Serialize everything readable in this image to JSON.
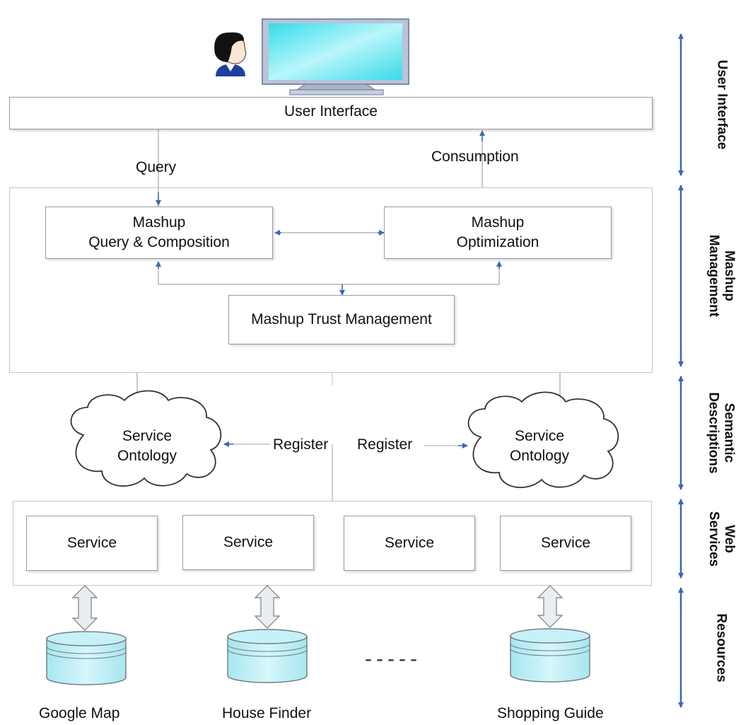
{
  "top": {
    "user_interface": "User Interface"
  },
  "flows": {
    "query": "Query",
    "consumption": "Consumption"
  },
  "mashup": {
    "query_composition": [
      "Mashup",
      "Query & Composition"
    ],
    "optimization": [
      "Mashup",
      "Optimization"
    ],
    "trust": "Mashup Trust Management"
  },
  "semantic": {
    "left_cloud": [
      "Service",
      "Ontology"
    ],
    "right_cloud": [
      "Service",
      "Ontology"
    ],
    "register_left": "Register",
    "register_right": "Register"
  },
  "services": [
    "Service",
    "Service",
    "Service",
    "Service"
  ],
  "resources": [
    "Google Map",
    "House Finder",
    "Shopping Guide"
  ],
  "ellipsis": "-----",
  "layers": {
    "user_interface": [
      "User Interface"
    ],
    "mashup_management": [
      "Mashup",
      "Management"
    ],
    "semantic_descriptions": [
      "Semantic",
      "Descriptions"
    ],
    "web_services": [
      "Web",
      "Services"
    ],
    "resources": [
      "Resources"
    ]
  },
  "colors": {
    "arrow_blue": "#3a66b8",
    "screen_cyan": "#5ee8f3",
    "db_cyan": "#b4ecf4",
    "box_border": "#9a9a9a"
  }
}
